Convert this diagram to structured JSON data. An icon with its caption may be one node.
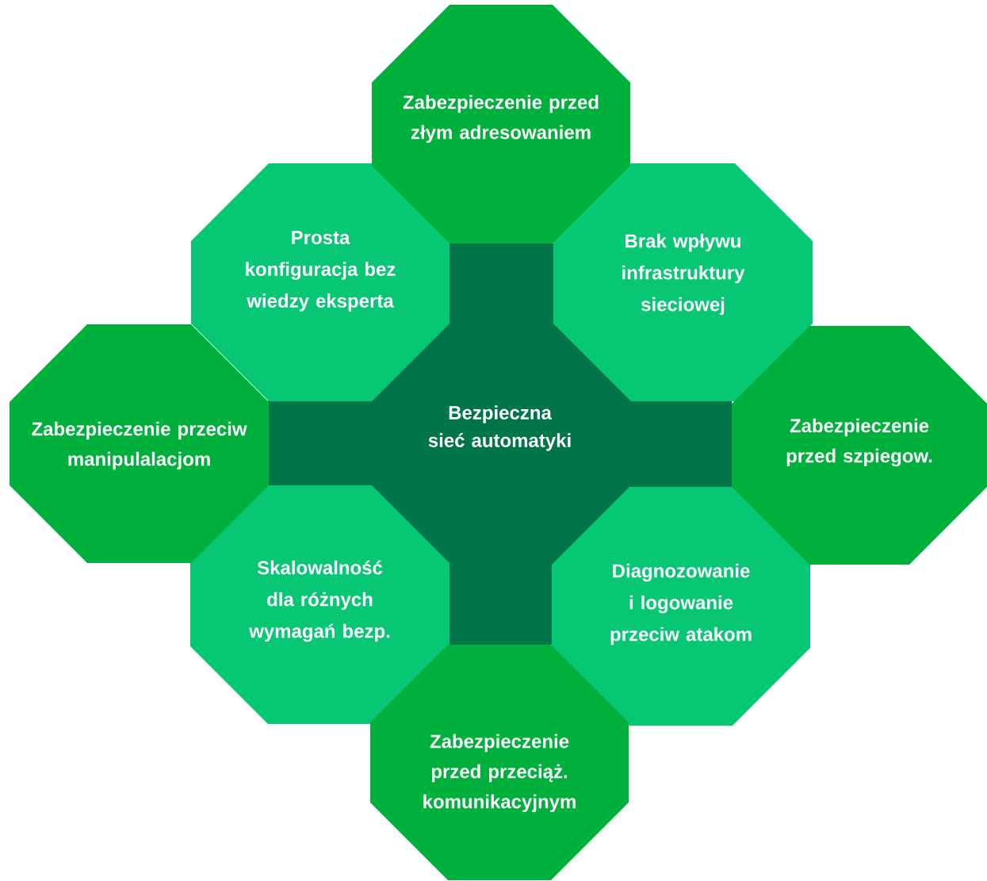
{
  "diagram": {
    "nodes": [
      {
        "text": [
          "Zabezpieczenie przed złym adresowaniem"
        ]
      },
      {
        "text": [
          "Prosta konfiguracja bez wiedzy eksperta"
        ]
      },
      {
        "text": [
          "Brak wpływu infrastruktury sieciowej"
        ]
      },
      {
        "text": [
          "Zabezpieczenie przeciw manipulalacjom"
        ]
      },
      {
        "text": [
          "Bezpieczna sieć automatyki"
        ]
      },
      {
        "text": [
          "Zabezpieczenie przed szpiegow."
        ]
      },
      {
        "text": [
          "Skalowalność dla różnych wymagań bezp."
        ]
      },
      {
        "text": [
          "Diagnozowanie i logowanie przeciw atakom"
        ]
      },
      {
        "text": [
          "Zabezpieczenie przed przeciąż. komunikacyjnym"
        ]
      }
    ]
  }
}
